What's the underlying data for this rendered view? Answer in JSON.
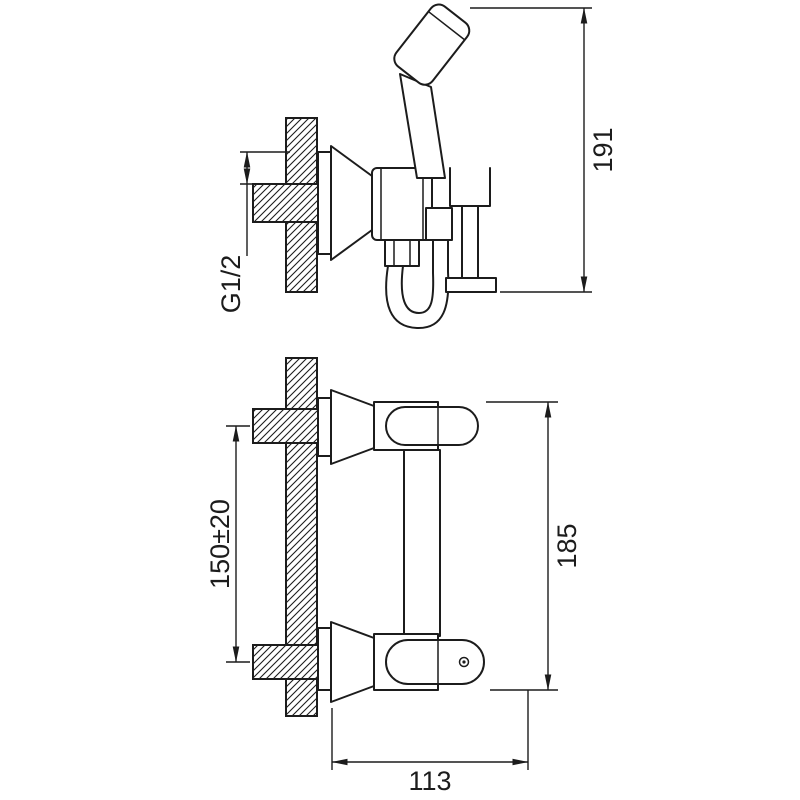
{
  "drawing": {
    "background": "#ffffff",
    "line_color": "#1c1c1c",
    "dimensions": {
      "overall_height": "191",
      "thread_size": "G1/2",
      "mounting_distance": "150±20",
      "assembly_height": "185",
      "assembly_width": "113"
    }
  }
}
